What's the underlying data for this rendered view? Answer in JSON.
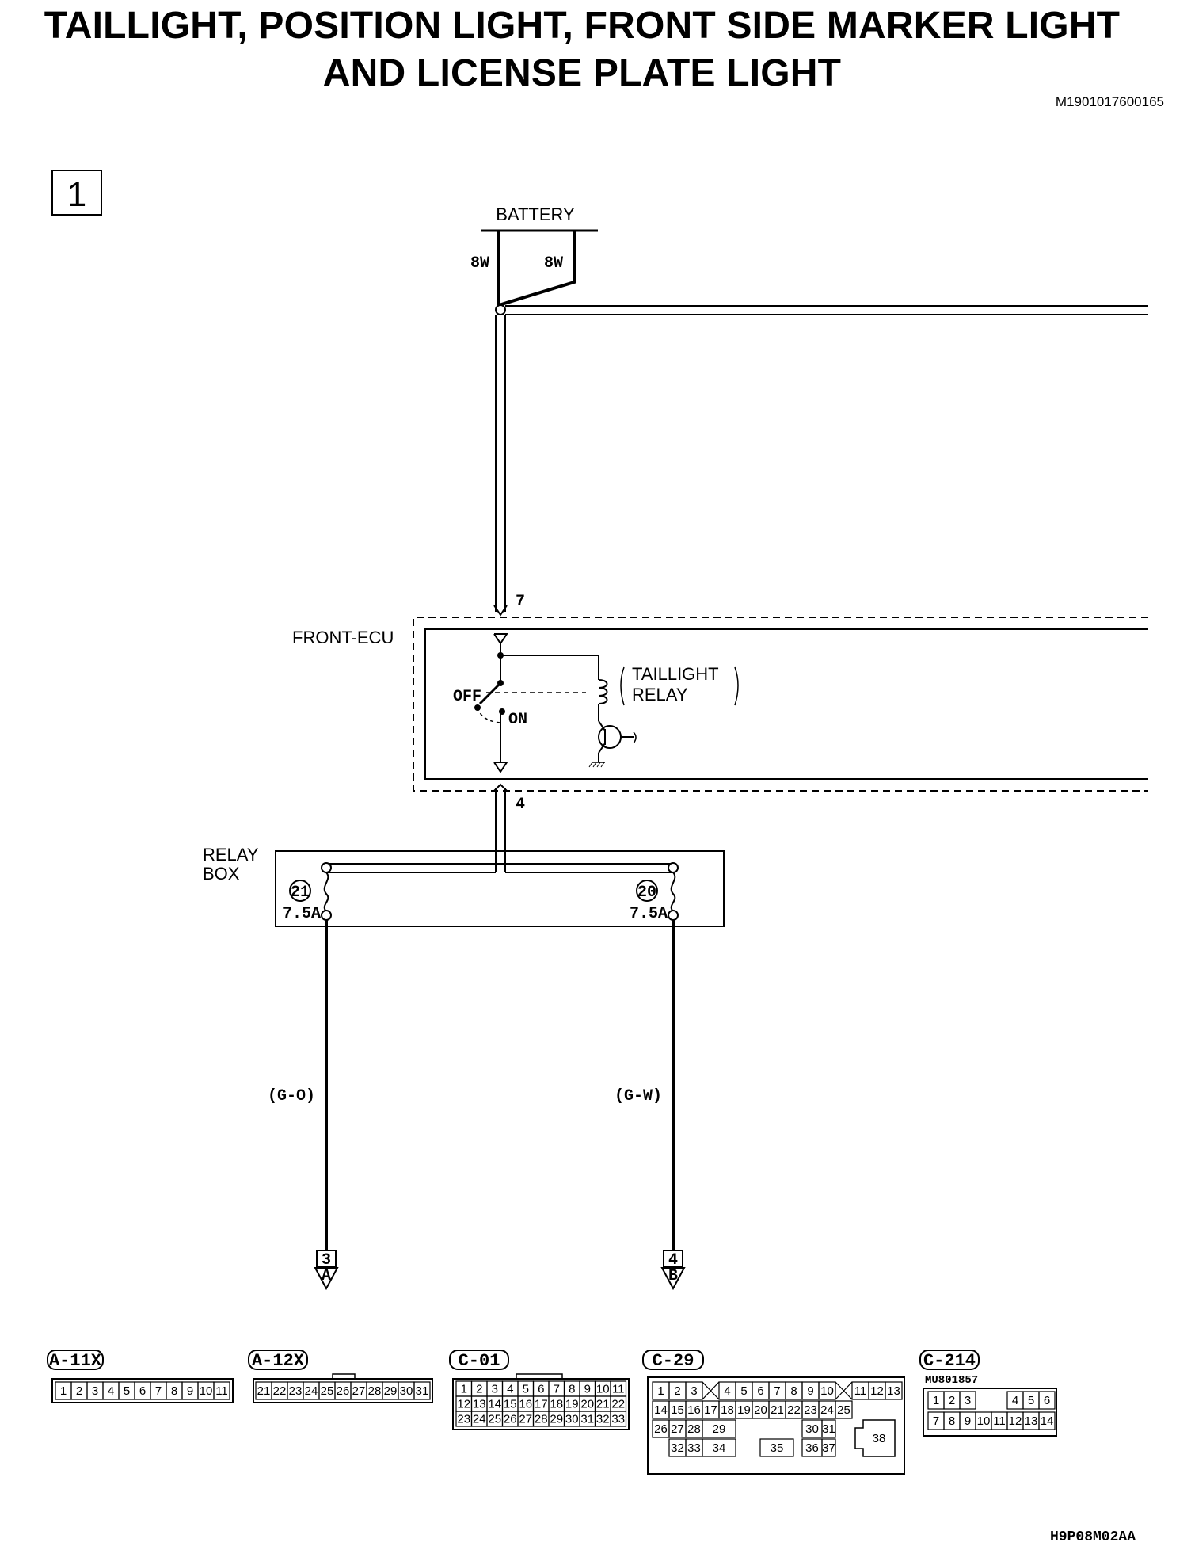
{
  "header": {
    "title_line1": "TAILLIGHT, POSITION LIGHT, FRONT SIDE MARKER LIGHT",
    "title_line2": "AND LICENSE PLATE LIGHT",
    "doc_id": "M1901017600165"
  },
  "sheet_number": "1",
  "battery": {
    "label": "BATTERY",
    "left_wire": "8W",
    "right_wire": "8W"
  },
  "front_ecu": {
    "label": "FRONT-ECU",
    "input_pin": "7",
    "output_pin": "4",
    "switch_off": "OFF",
    "switch_on": "ON",
    "relay_line1": "TAILLIGHT",
    "relay_line2": "RELAY"
  },
  "relay_box": {
    "label_line1": "RELAY",
    "label_line2": "BOX",
    "fuses": [
      {
        "number": "21",
        "rating": "7.5A"
      },
      {
        "number": "20",
        "rating": "7.5A"
      }
    ]
  },
  "wires": {
    "left_color": "(G-O)",
    "right_color": "(G-W)"
  },
  "continuations": [
    {
      "page": "3",
      "letter": "A"
    },
    {
      "page": "4",
      "letter": "B"
    }
  ],
  "connectors": [
    {
      "name": "A-11X",
      "rows": [
        [
          "1",
          "2",
          "3",
          "4",
          "5",
          "6",
          "7",
          "8",
          "9",
          "10",
          "11"
        ]
      ]
    },
    {
      "name": "A-12X",
      "rows": [
        [
          "21",
          "22",
          "23",
          "24",
          "25",
          "26",
          "27",
          "28",
          "29",
          "30",
          "31"
        ]
      ]
    },
    {
      "name": "C-01",
      "rows": [
        [
          "1",
          "2",
          "3",
          "4",
          "5",
          "6",
          "7",
          "8",
          "9",
          "10",
          "11"
        ],
        [
          "12",
          "13",
          "14",
          "15",
          "16",
          "17",
          "18",
          "19",
          "20",
          "21",
          "22"
        ],
        [
          "23",
          "24",
          "25",
          "26",
          "27",
          "28",
          "29",
          "30",
          "31",
          "32",
          "33"
        ]
      ]
    },
    {
      "name": "C-29",
      "rows": [
        [
          "1",
          "2",
          "3",
          "4",
          "5",
          "6",
          "7",
          "8",
          "9",
          "10",
          "11",
          "12",
          "13"
        ],
        [
          "14",
          "15",
          "16",
          "17",
          "18",
          "19",
          "20",
          "21",
          "22",
          "23",
          "24",
          "25"
        ],
        [
          "26",
          "27",
          "28",
          "29",
          "30",
          "31",
          "38"
        ],
        [
          "32",
          "33",
          "34",
          "35",
          "36",
          "37"
        ]
      ]
    },
    {
      "name": "C-214",
      "part_number": "MU801857",
      "rows": [
        [
          "1",
          "2",
          "3",
          "4",
          "5",
          "6"
        ],
        [
          "7",
          "8",
          "9",
          "10",
          "11",
          "12",
          "13",
          "14"
        ]
      ]
    }
  ],
  "footer_code": "H9P08M02AA"
}
